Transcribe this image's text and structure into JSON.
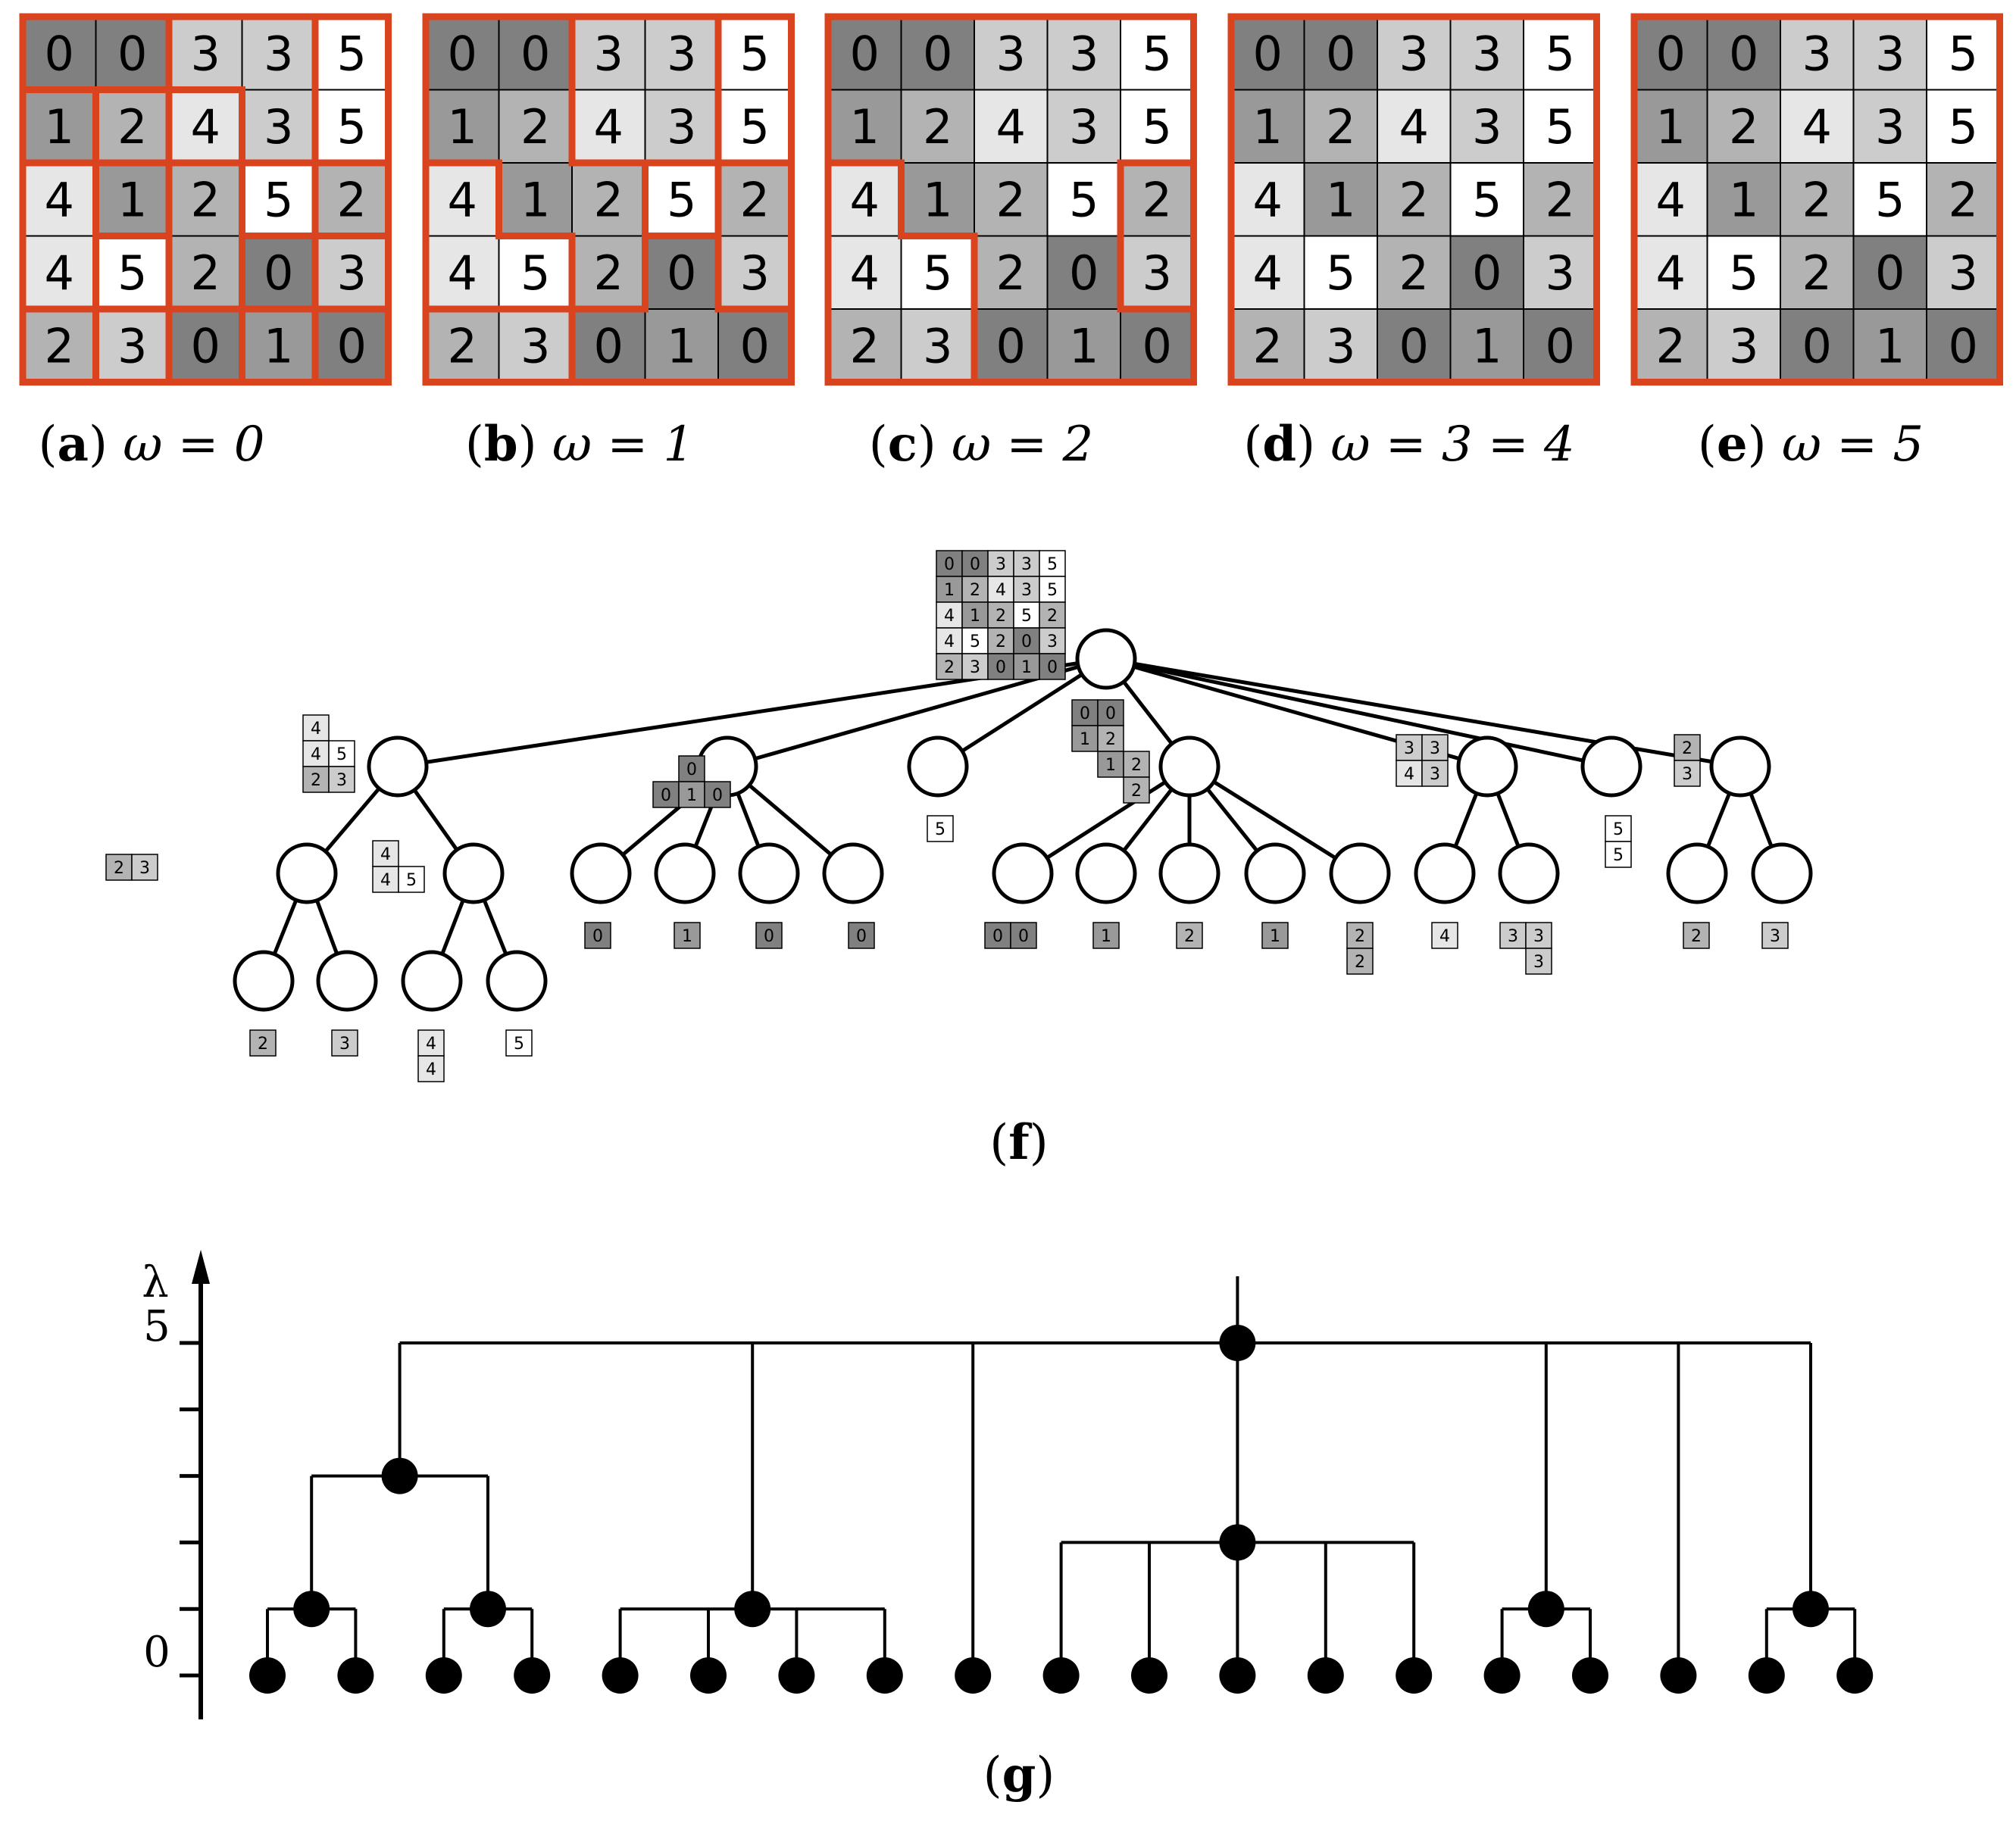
{
  "grid": [
    [
      0,
      0,
      3,
      3,
      5
    ],
    [
      1,
      2,
      4,
      3,
      5
    ],
    [
      4,
      1,
      2,
      5,
      2
    ],
    [
      4,
      5,
      2,
      0,
      3
    ],
    [
      2,
      3,
      0,
      1,
      0
    ]
  ],
  "colors": {
    "level_0": "#808080",
    "level_1": "#999999",
    "level_2": "#b3b3b3",
    "level_3": "#cccccc",
    "level_4": "#e6e6e6",
    "level_5": "#ffffff",
    "border_accent": "#d9431e",
    "ink": "#000000"
  },
  "panels": [
    {
      "letter": "a",
      "caption_math": "ω = 0"
    },
    {
      "letter": "b",
      "caption_math": "ω = 1"
    },
    {
      "letter": "c",
      "caption_math": "ω = 2"
    },
    {
      "letter": "d",
      "caption_math": "ω = 3 = 4"
    },
    {
      "letter": "e",
      "caption_math": "ω = 5"
    }
  ],
  "tree_caption": "f",
  "dendrogram": {
    "caption": "g",
    "axis_label": "λ",
    "tick_labels": [
      "5",
      "0"
    ],
    "levels": [
      0,
      1,
      2,
      3,
      4,
      5
    ],
    "leaf_count": 19,
    "internal_nodes": [
      {
        "level": 5,
        "children": "all"
      },
      {
        "level": 3
      },
      {
        "level": 1
      },
      {
        "level": 1
      },
      {
        "level": 1
      },
      {
        "level": 2
      },
      {
        "level": 1
      },
      {
        "level": 1
      }
    ]
  }
}
